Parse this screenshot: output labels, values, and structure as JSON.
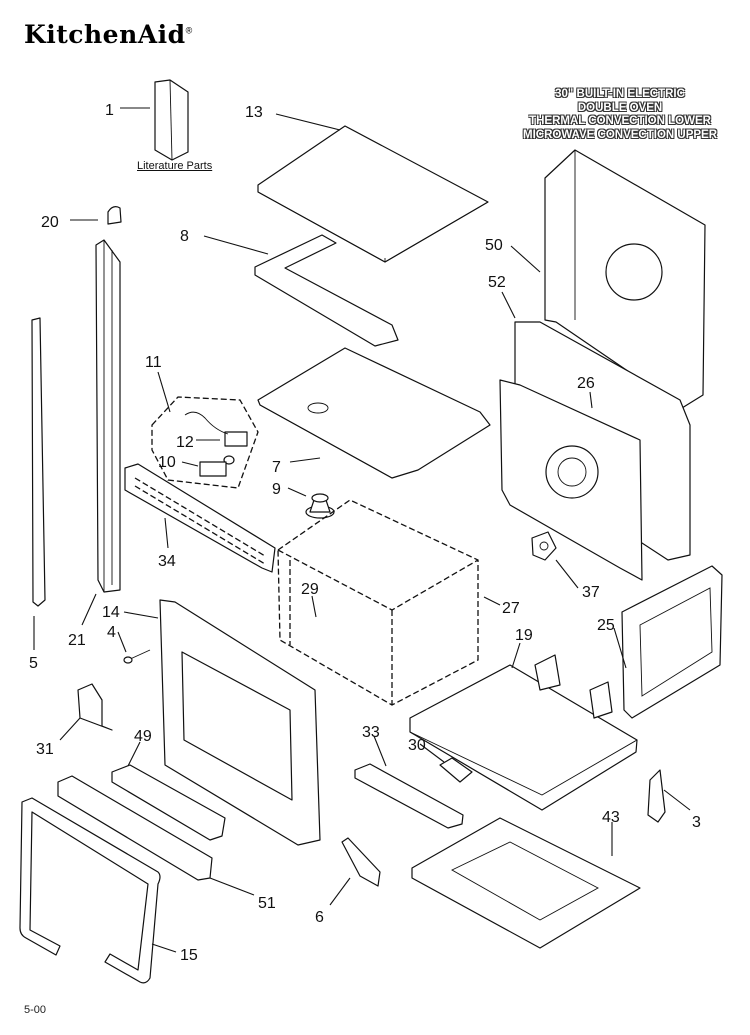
{
  "header": {
    "brand": "KitchenAid",
    "brand_mark": "®",
    "title_lines": [
      "30\" BUILT-IN ELECTRIC",
      "DOUBLE OVEN",
      "THERMAL CONVECTION LOWER",
      "MICROWAVE CONVECTION UPPER"
    ]
  },
  "literature_label": "Literature Parts",
  "footer_code": "5-00",
  "callouts": [
    "1",
    "13",
    "20",
    "8",
    "50",
    "52",
    "11",
    "12",
    "10",
    "7",
    "9",
    "26",
    "34",
    "29",
    "27",
    "37",
    "14",
    "21",
    "4",
    "5",
    "19",
    "25",
    "31",
    "49",
    "33",
    "30",
    "3",
    "43",
    "51",
    "6",
    "15"
  ]
}
